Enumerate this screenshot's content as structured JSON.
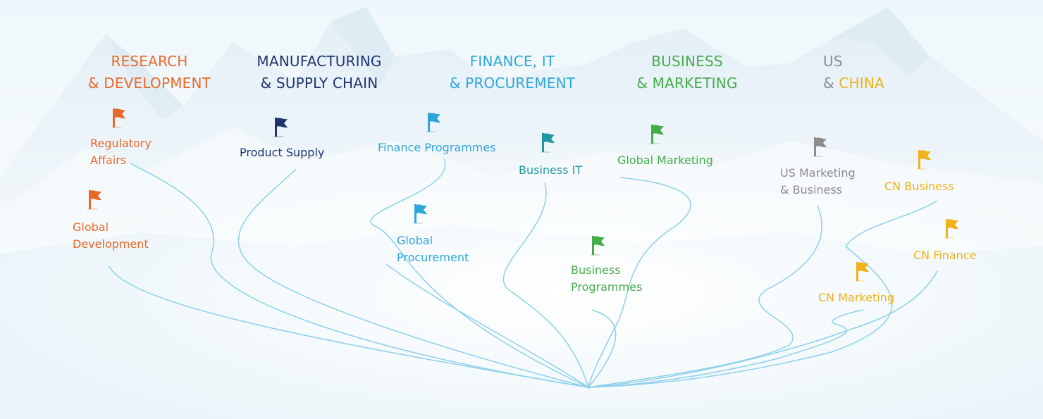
{
  "colors": {
    "orange": "#e8692a",
    "navy": "#1f3470",
    "cyan": "#2fa6d9",
    "teal": "#1f98a4",
    "green": "#45ac4a",
    "grey": "#8c8c8c",
    "yellow": "#efb21a",
    "line": "#8fd0ea"
  },
  "categories": [
    {
      "id": "rd",
      "line1": "RESEARCH",
      "line2": "& DEVELOPMENT",
      "color": "orange"
    },
    {
      "id": "msc",
      "line1": "MANUFACTURING",
      "line2": "& SUPPLY CHAIN",
      "color": "navy"
    },
    {
      "id": "fit",
      "line1": "FINANCE, IT",
      "line2": "& PROCUREMENT",
      "color": "cyan"
    },
    {
      "id": "bm",
      "line1": "BUSINESS",
      "line2": "& MARKETING",
      "color": "green"
    },
    {
      "id": "usc",
      "line1": "US",
      "line2_prefix": "& ",
      "line2": "CHINA",
      "color": "grey",
      "line2_color": "yellow"
    }
  ],
  "nodes": [
    {
      "id": "regulatory-affairs",
      "label_lines": [
        "Regulatory",
        "Affairs"
      ],
      "color": "orange",
      "flag_icon": "flag-icon"
    },
    {
      "id": "global-development",
      "label_lines": [
        "Global",
        "Development"
      ],
      "color": "orange",
      "flag_icon": "flag-icon"
    },
    {
      "id": "product-supply",
      "label_lines": [
        "Product Supply"
      ],
      "color": "navy",
      "flag_icon": "flag-icon"
    },
    {
      "id": "finance-programmes",
      "label_lines": [
        "Finance Programmes"
      ],
      "color": "cyan",
      "flag_icon": "flag-icon"
    },
    {
      "id": "global-procurement",
      "label_lines": [
        "Global",
        "Procurement"
      ],
      "color": "cyan",
      "flag_icon": "flag-icon"
    },
    {
      "id": "business-it",
      "label_lines": [
        "Business IT"
      ],
      "color": "teal",
      "flag_icon": "flag-icon"
    },
    {
      "id": "global-marketing",
      "label_lines": [
        "Global Marketing"
      ],
      "color": "green",
      "flag_icon": "flag-icon"
    },
    {
      "id": "business-programmes",
      "label_lines": [
        "Business",
        "Programmes"
      ],
      "color": "green",
      "flag_icon": "flag-icon"
    },
    {
      "id": "us-marketing-business",
      "label_lines": [
        "US Marketing",
        "& Business"
      ],
      "color": "grey",
      "flag_icon": "flag-icon"
    },
    {
      "id": "cn-business",
      "label_lines": [
        "CN Business"
      ],
      "color": "yellow",
      "flag_icon": "flag-icon"
    },
    {
      "id": "cn-finance",
      "label_lines": [
        "CN Finance"
      ],
      "color": "yellow",
      "flag_icon": "flag-icon"
    },
    {
      "id": "cn-marketing",
      "label_lines": [
        "CN Marketing"
      ],
      "color": "yellow",
      "flag_icon": "flag-icon"
    }
  ]
}
